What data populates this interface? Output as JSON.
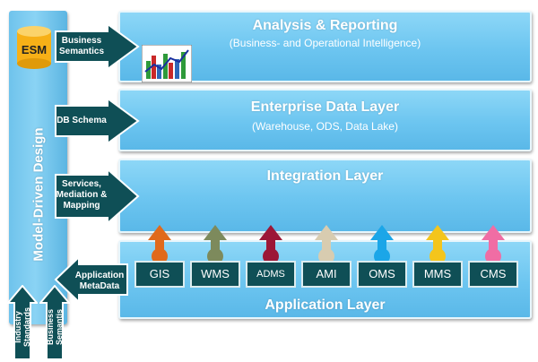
{
  "left_column": {
    "title": "Model-Driven Design",
    "esm_label": "ESM"
  },
  "layers": {
    "analysis": {
      "title": "Analysis & Reporting",
      "subtitle": "(Business- and Operational Intelligence)"
    },
    "enterprise": {
      "title": "Enterprise Data Layer",
      "subtitle": "(Warehouse, ODS, Data Lake)"
    },
    "integration": {
      "title": "Integration Layer"
    },
    "application": {
      "title": "Application Layer"
    }
  },
  "arrows": {
    "business_semantics": [
      "Business",
      "Semantics"
    ],
    "db_schema": [
      "DB Schema"
    ],
    "services": [
      "Services,",
      "Mediation &",
      "Mapping"
    ],
    "app_metadata": [
      "Application",
      "MetaData"
    ]
  },
  "bottom_arrows": {
    "industry": [
      "Industry",
      "Standards"
    ],
    "business": [
      "Business",
      "Semantis"
    ]
  },
  "applications": [
    {
      "label": "GIS",
      "color": "#e06a1c"
    },
    {
      "label": "WMS",
      "color": "#7d8a5c"
    },
    {
      "label": "ADMS",
      "color": "#9c1737"
    },
    {
      "label": "AMI",
      "color": "#d8ccb0"
    },
    {
      "label": "OMS",
      "color": "#1ba6e8"
    },
    {
      "label": "MMS",
      "color": "#f4c51c"
    },
    {
      "label": "CMS",
      "color": "#f06da4"
    }
  ],
  "colors": {
    "dark_teal": "#0f4f56",
    "layer_blue": "#6cc5f0"
  }
}
